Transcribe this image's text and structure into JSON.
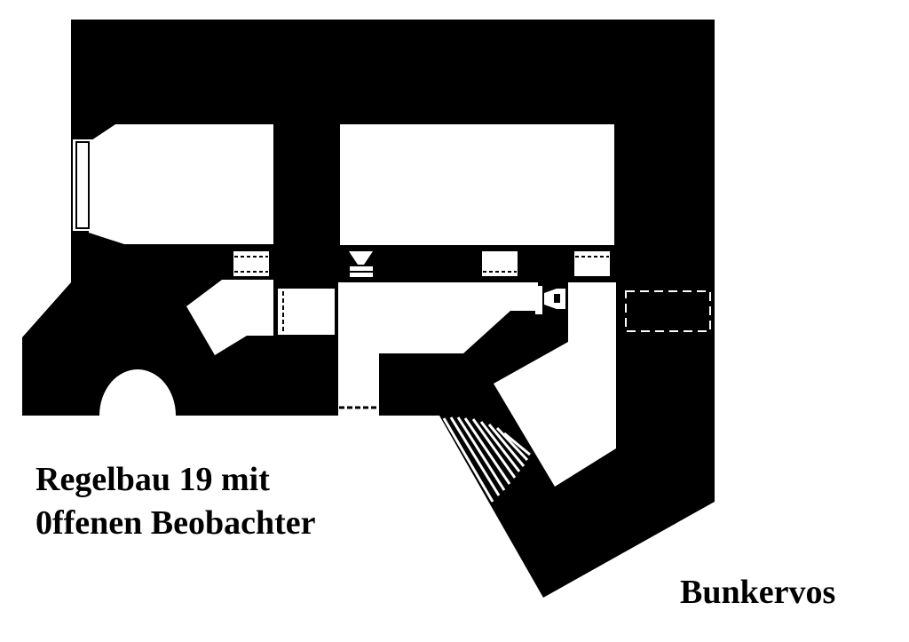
{
  "caption": {
    "line1": "Regelbau 19 mit",
    "line2": "0ffenen  Beobachter"
  },
  "credit": "Bunkervos",
  "colors": {
    "wall": "#000000",
    "room": "#ffffff"
  }
}
